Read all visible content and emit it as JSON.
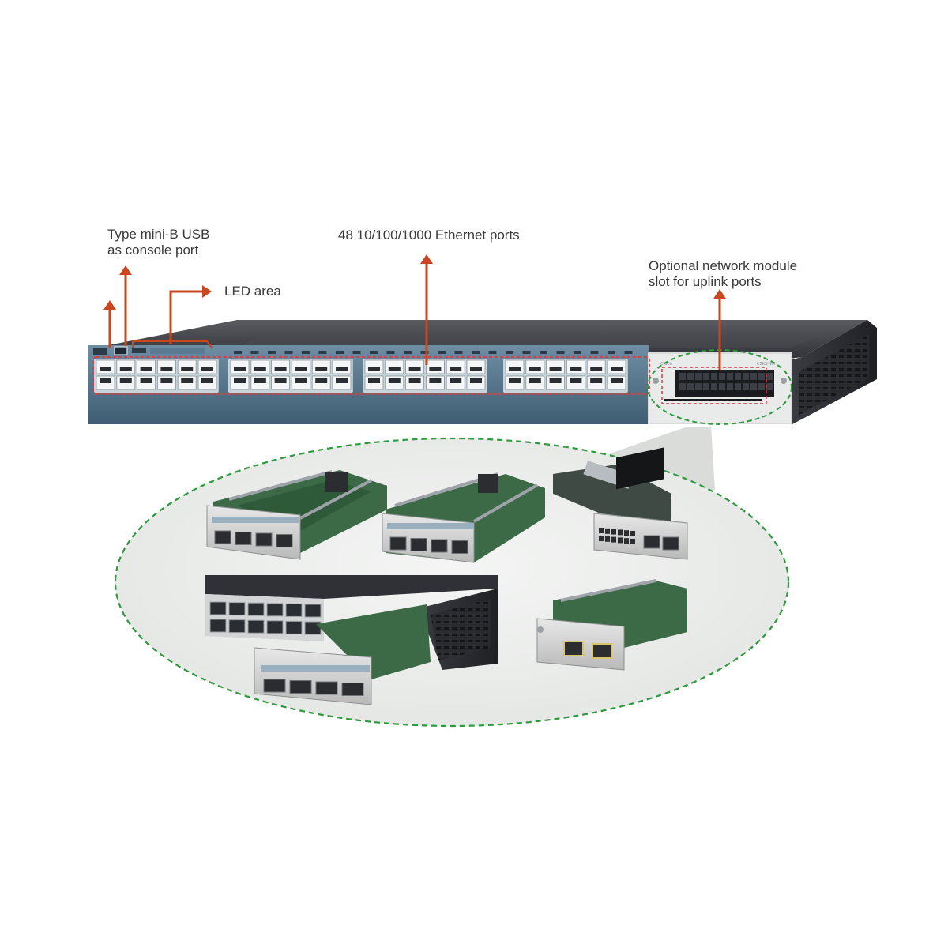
{
  "callouts": {
    "usb_console": {
      "line1": "Type mini-B USB",
      "line2": "as console port"
    },
    "led_area": {
      "label": "LED area"
    },
    "ethernet_ports": {
      "label": "48 10/100/1000 Ethernet ports"
    },
    "network_module": {
      "line1": "Optional network module",
      "line2": "slot for uplink ports"
    }
  },
  "colors": {
    "arrow": "#c8471f",
    "highlight_red": "#e03b3b",
    "highlight_green": "#2e9a3e",
    "chassis_front": "#4e6f86",
    "chassis_top": "#3d3f44"
  },
  "switch": {
    "ethernet_port_count": 48,
    "port_groups": 4
  },
  "modules": {
    "count": 5,
    "items": [
      {
        "type": "4x SFP network module",
        "ports": 4
      },
      {
        "type": "4x SFP network module",
        "ports": 4
      },
      {
        "type": "2x SFP network module",
        "ports": 2
      },
      {
        "type": "network module inserted into switch",
        "ports": 4
      },
      {
        "type": "2x 10GBASE-T network module",
        "ports": 2
      }
    ]
  }
}
